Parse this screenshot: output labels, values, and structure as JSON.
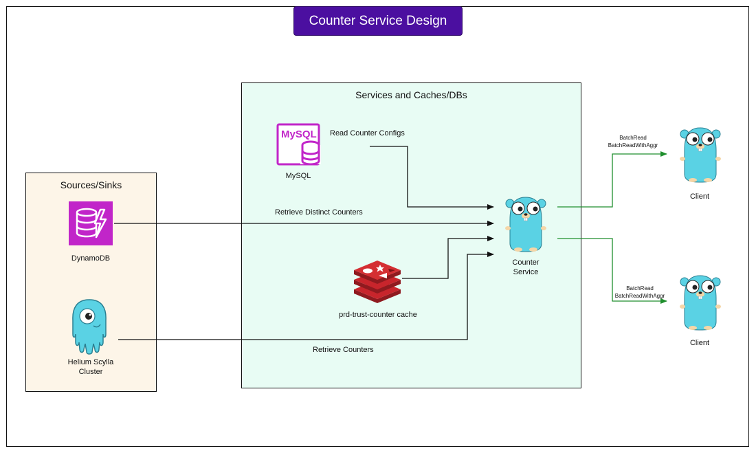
{
  "title": "Counter Service Design",
  "sources": {
    "label": "Sources/Sinks",
    "dynamodb": "DynamoDB",
    "scylla_line1": "Helium Scylla",
    "scylla_line2": "Cluster"
  },
  "services": {
    "label": "Services and Caches/DBs",
    "mysql": "MySQL",
    "mysql_logo_text": "MySQL",
    "redis": "prd-trust-counter cache",
    "counter_line1": "Counter",
    "counter_line2": "Service"
  },
  "edges": {
    "read_configs": "Read Counter Configs",
    "retrieve_distinct": "Retrieve Distinct Counters",
    "retrieve_counters": "Retrieve Counters"
  },
  "clients": [
    {
      "label": "Client",
      "call1": "BatchRead",
      "call2": "BatchReadWithAggr"
    },
    {
      "label": "Client",
      "call1": "BatchRead",
      "call2": "BatchReadWithAggr"
    }
  ],
  "colors": {
    "title_bg": "#4b0fa0",
    "mysql": "#c125c9",
    "dynamodb": "#c125c9",
    "gopher": "#5ad2e4",
    "redis": "#c8252c",
    "client_arrow": "#1e8e2c"
  },
  "icons": [
    "mysql-database-icon",
    "dynamodb-icon",
    "scylla-monster-icon",
    "redis-icon",
    "gopher-icon"
  ]
}
